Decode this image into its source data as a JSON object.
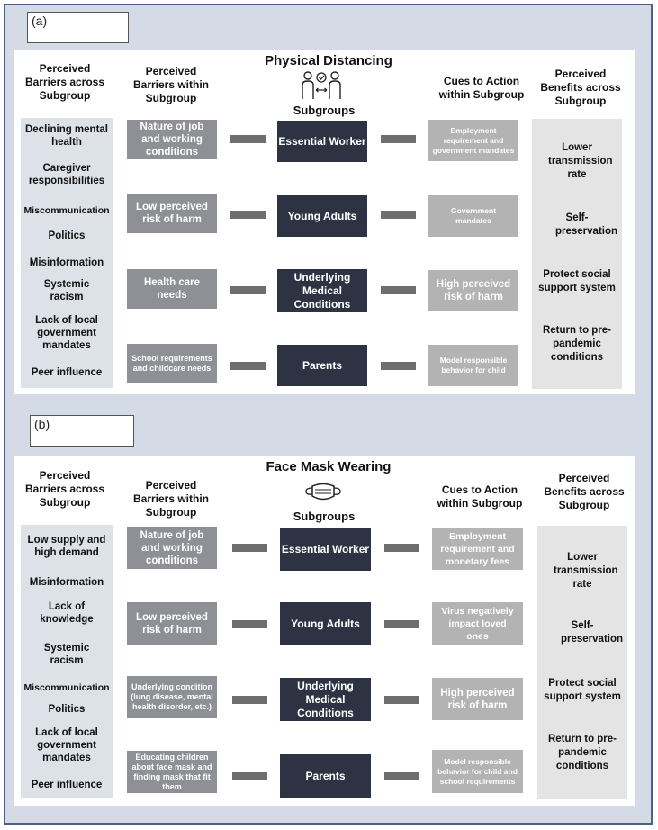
{
  "panel_a": {
    "tag": "(a)",
    "title": "Physical Distancing",
    "icon": "people-distancing-icon",
    "subgroups_header": "Subgroups",
    "col1_header": "Perceived Barriers across Subgroup",
    "col2_header": "Perceived Barriers within Subgroup",
    "col4_header": "Cues to Action within Subgroup",
    "col5_header": "Perceived Benefits across Subgroup",
    "barriers_across": [
      "Declining mental health",
      "Caregiver responsibilities",
      "Miscommunication",
      "Politics",
      "Misinformation",
      "Systemic racism",
      "Lack of local government mandates",
      "Peer influence"
    ],
    "rows": [
      {
        "barrier": "Nature of job and working conditions",
        "subgroup": "Essential Worker",
        "cue": "Employment requirement and government mandates"
      },
      {
        "barrier": "Low perceived risk of harm",
        "subgroup": "Young Adults",
        "cue": "Government mandates"
      },
      {
        "barrier": "Health care needs",
        "subgroup": "Underlying Medical Conditions",
        "cue": "High perceived risk of harm"
      },
      {
        "barrier": "School requirements and childcare needs",
        "subgroup": "Parents",
        "cue": "Model responsible behavior for child"
      }
    ],
    "benefits": [
      "Lower transmission rate",
      "Self-preservation",
      "Protect social support system",
      "Return to pre-pandemic conditions"
    ]
  },
  "panel_b": {
    "tag": "(b)",
    "title": "Face Mask Wearing",
    "icon": "face-mask-icon",
    "subgroups_header": "Subgroups",
    "col1_header": "Perceived Barriers across Subgroup",
    "col2_header": "Perceived Barriers within Subgroup",
    "col4_header": "Cues to Action within Subgroup",
    "col5_header": "Perceived Benefits across Subgroup",
    "barriers_across": [
      "Low supply and high demand",
      "Misinformation",
      "Lack of knowledge",
      "Systemic racism",
      "Miscommunication",
      "Politics",
      "Lack of local government mandates",
      "Peer influence"
    ],
    "rows": [
      {
        "barrier": "Nature of job and working conditions",
        "subgroup": "Essential Worker",
        "cue": "Employment requirement and monetary fees"
      },
      {
        "barrier": "Low perceived risk of harm",
        "subgroup": "Young Adults",
        "cue": "Virus negatively impact loved ones"
      },
      {
        "barrier": "Underlying condition (lung disease, mental health disorder, etc.)",
        "subgroup": "Underlying Medical Conditions",
        "cue": "High perceived risk of harm"
      },
      {
        "barrier": "Educating children about face mask and finding mask that fit them",
        "subgroup": "Parents",
        "cue": "Model responsible behavior for child and school requirements"
      }
    ],
    "benefits": [
      "Lower transmission rate",
      "Self-preservation",
      "Protect social support system",
      "Return to pre-pandemic conditions"
    ]
  }
}
